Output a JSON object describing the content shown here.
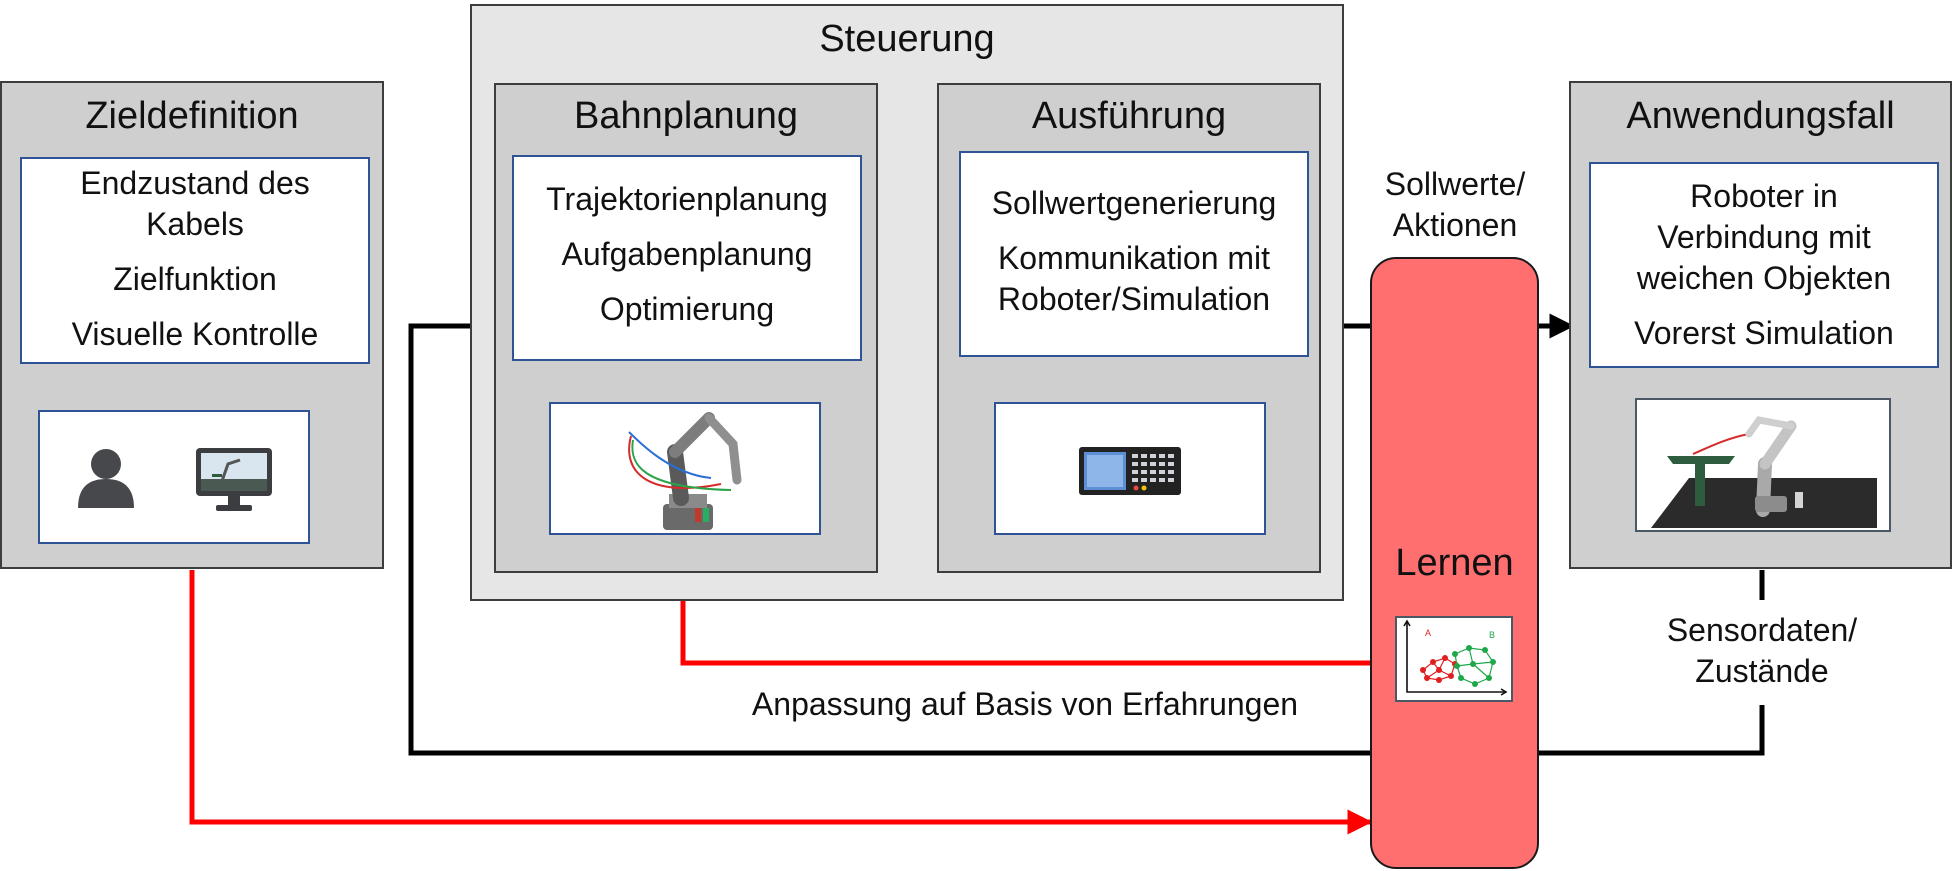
{
  "steuerung": {
    "title": "Steuerung",
    "bahnplanung": {
      "title": "Bahnplanung",
      "items": [
        "Trajektorienplanung",
        "Aufgabenplanung",
        "Optimierung"
      ]
    },
    "ausfuehrung": {
      "title": "Ausführung",
      "items": [
        "Sollwertgenerierung",
        "Kommunikation mit",
        "Roboter/Simulation"
      ]
    }
  },
  "zieldefinition": {
    "title": "Zieldefinition",
    "items": [
      "Endzustand des",
      "Kabels",
      "Zielfunktion",
      "Visuelle Kontrolle"
    ]
  },
  "anwendungsfall": {
    "title": "Anwendungsfall",
    "items": [
      "Roboter in",
      "Verbindung mit",
      "weichen Objekten",
      "Vorerst Simulation"
    ]
  },
  "lernen": {
    "title": "Lernen",
    "plot_labels": [
      "A",
      "B"
    ]
  },
  "labels": {
    "sollwerte": [
      "Sollwerte/",
      "Aktionen"
    ],
    "sensordaten": [
      "Sensordaten/",
      "Zustände"
    ],
    "anpassung": "Anpassung auf Basis von Erfahrungen"
  },
  "colors": {
    "box_gray": "#d0cfd0",
    "outer_gray": "#e6e6e6",
    "white_border": "#2f5496",
    "lernen_fill": "#ff6f6f",
    "arrow_red": "#ff0000",
    "arrow_black": "#000000",
    "cluster_red": "#e02020",
    "cluster_green": "#1fa84a"
  }
}
